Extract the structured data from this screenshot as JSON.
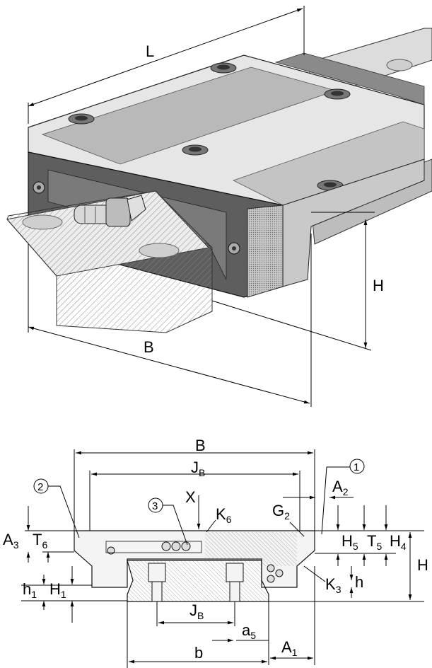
{
  "iso": {
    "length": "L",
    "width": "B",
    "height": "H"
  },
  "section": {
    "width": "B",
    "jb_main": "J",
    "jb_main_sub": "B",
    "a2": "A",
    "a2_sub": "2",
    "a3": "A",
    "a3_sub": "3",
    "t6": "T",
    "t6_sub": "6",
    "x": "X",
    "k6": "K",
    "k6_sub": "6",
    "g2": "G",
    "g2_sub": "2",
    "h5": "H",
    "h5_sub": "5",
    "t5": "T",
    "t5_sub": "5",
    "h4": "H",
    "h4_sub": "4",
    "h": "H",
    "h_small": "h",
    "k3": "K",
    "k3_sub": "3",
    "h1_small": "h",
    "h1_small_sub": "1",
    "h1_big": "H",
    "h1_big_sub": "1",
    "jb_rail": "J",
    "jb_rail_sub": "B",
    "a5": "a",
    "a5_sub": "5",
    "a1": "A",
    "a1_sub": "1",
    "b": "b",
    "callout1": "1",
    "callout2": "2",
    "callout3": "3"
  }
}
